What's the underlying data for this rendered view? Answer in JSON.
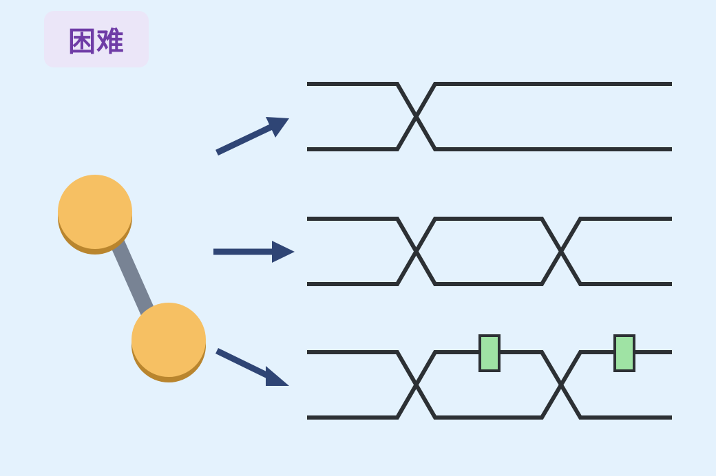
{
  "badge": {
    "label": "困难"
  },
  "colors": {
    "background": "#e4f2fd",
    "badge_background": "#ebe6f8",
    "badge_text": "#6f3ca6",
    "atom_fill": "#f6c063",
    "atom_shadow": "#b9852e",
    "bond": "#788394",
    "arrow": "#2f4575",
    "wire": "#2c3034",
    "gate_fill": "#9fe3a4",
    "gate_stroke": "#2c3034"
  },
  "icons": {
    "molecule": "diatomic-molecule-icon",
    "arrow": "arrow-icon",
    "gate": "single-qubit-gate-icon"
  },
  "circuits": [
    {
      "name": "circuit-single-swap",
      "swaps": 1,
      "gates": 0
    },
    {
      "name": "circuit-double-swap",
      "swaps": 2,
      "gates": 0
    },
    {
      "name": "circuit-double-swap-with-gates",
      "swaps": 2,
      "gates": 2
    }
  ]
}
